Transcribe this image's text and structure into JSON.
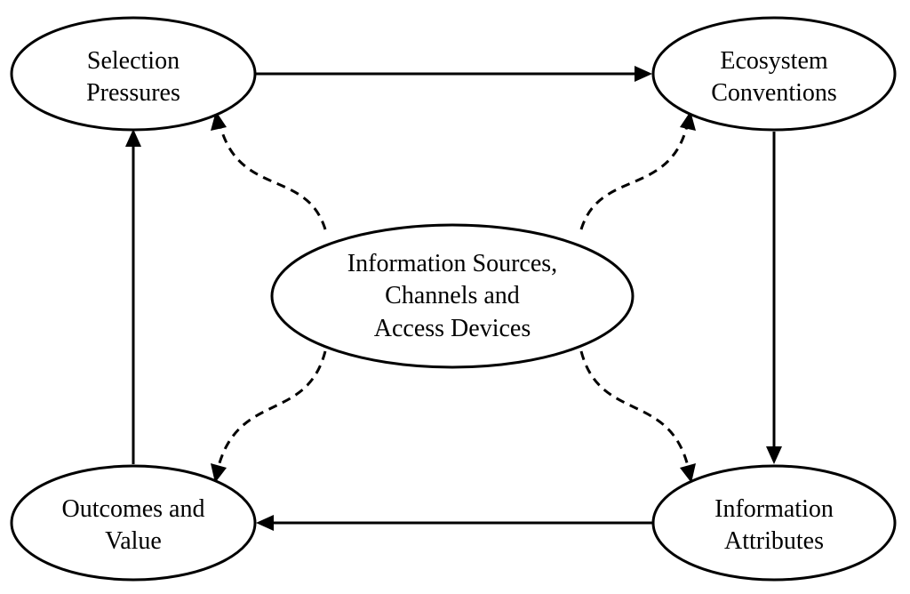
{
  "diagram": {
    "nodes": {
      "selection_pressures": {
        "lines": [
          "Selection",
          "Pressures"
        ]
      },
      "ecosystem_conventions": {
        "lines": [
          "Ecosystem",
          "Conventions"
        ]
      },
      "information_sources": {
        "lines": [
          "Information Sources,",
          "Channels and",
          "Access Devices"
        ]
      },
      "outcomes_value": {
        "lines": [
          "Outcomes and",
          "Value"
        ]
      },
      "information_attributes": {
        "lines": [
          "Information",
          "Attributes"
        ]
      }
    },
    "edges": [
      {
        "from": "selection_pressures",
        "to": "ecosystem_conventions",
        "style": "solid"
      },
      {
        "from": "ecosystem_conventions",
        "to": "information_attributes",
        "style": "solid"
      },
      {
        "from": "information_attributes",
        "to": "outcomes_value",
        "style": "solid"
      },
      {
        "from": "outcomes_value",
        "to": "selection_pressures",
        "style": "solid"
      },
      {
        "from": "information_sources",
        "to": "selection_pressures",
        "style": "dashed"
      },
      {
        "from": "information_sources",
        "to": "ecosystem_conventions",
        "style": "dashed"
      },
      {
        "from": "information_sources",
        "to": "outcomes_value",
        "style": "dashed"
      },
      {
        "from": "information_sources",
        "to": "information_attributes",
        "style": "dashed"
      }
    ],
    "colors": {
      "stroke": "#000000",
      "fill": "#ffffff",
      "background": "#ffffff"
    }
  }
}
